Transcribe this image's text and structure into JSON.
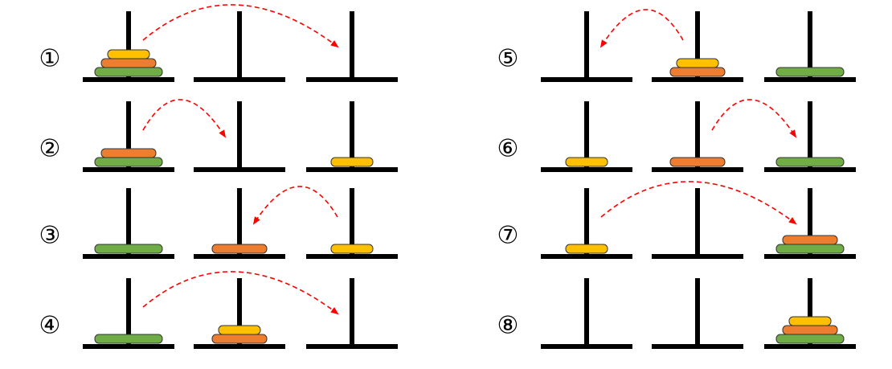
{
  "colors": {
    "peg": "#000000",
    "arrow": "#ff0000",
    "small_disk": "#ffc000",
    "medium_disk": "#ed7d31",
    "large_disk": "#70ad47",
    "disk_outline": "#333333"
  },
  "icons": {
    "peg": "peg-icon",
    "disk": "disk-icon",
    "arrow": "curved-arrow-icon"
  },
  "steps": [
    {
      "label": "①",
      "pegs": [
        [
          "large",
          "medium",
          "small"
        ],
        [],
        []
      ],
      "move": {
        "from": 0,
        "to": 2
      }
    },
    {
      "label": "②",
      "pegs": [
        [
          "large",
          "medium"
        ],
        [],
        [
          "small"
        ]
      ],
      "move": {
        "from": 0,
        "to": 1
      }
    },
    {
      "label": "③",
      "pegs": [
        [
          "large"
        ],
        [
          "medium"
        ],
        [
          "small"
        ]
      ],
      "move": {
        "from": 2,
        "to": 1
      }
    },
    {
      "label": "④",
      "pegs": [
        [
          "large"
        ],
        [
          "medium",
          "small"
        ],
        []
      ],
      "move": {
        "from": 0,
        "to": 2
      }
    },
    {
      "label": "⑤",
      "pegs": [
        [],
        [
          "medium",
          "small"
        ],
        [
          "large"
        ]
      ],
      "move": {
        "from": 1,
        "to": 0
      }
    },
    {
      "label": "⑥",
      "pegs": [
        [
          "small"
        ],
        [
          "medium"
        ],
        [
          "large"
        ]
      ],
      "move": {
        "from": 1,
        "to": 2
      }
    },
    {
      "label": "⑦",
      "pegs": [
        [
          "small"
        ],
        [],
        [
          "large",
          "medium"
        ]
      ],
      "move": {
        "from": 0,
        "to": 2
      }
    },
    {
      "label": "⑧",
      "pegs": [
        [],
        [],
        [
          "large",
          "medium",
          "small"
        ]
      ],
      "move": null
    }
  ]
}
